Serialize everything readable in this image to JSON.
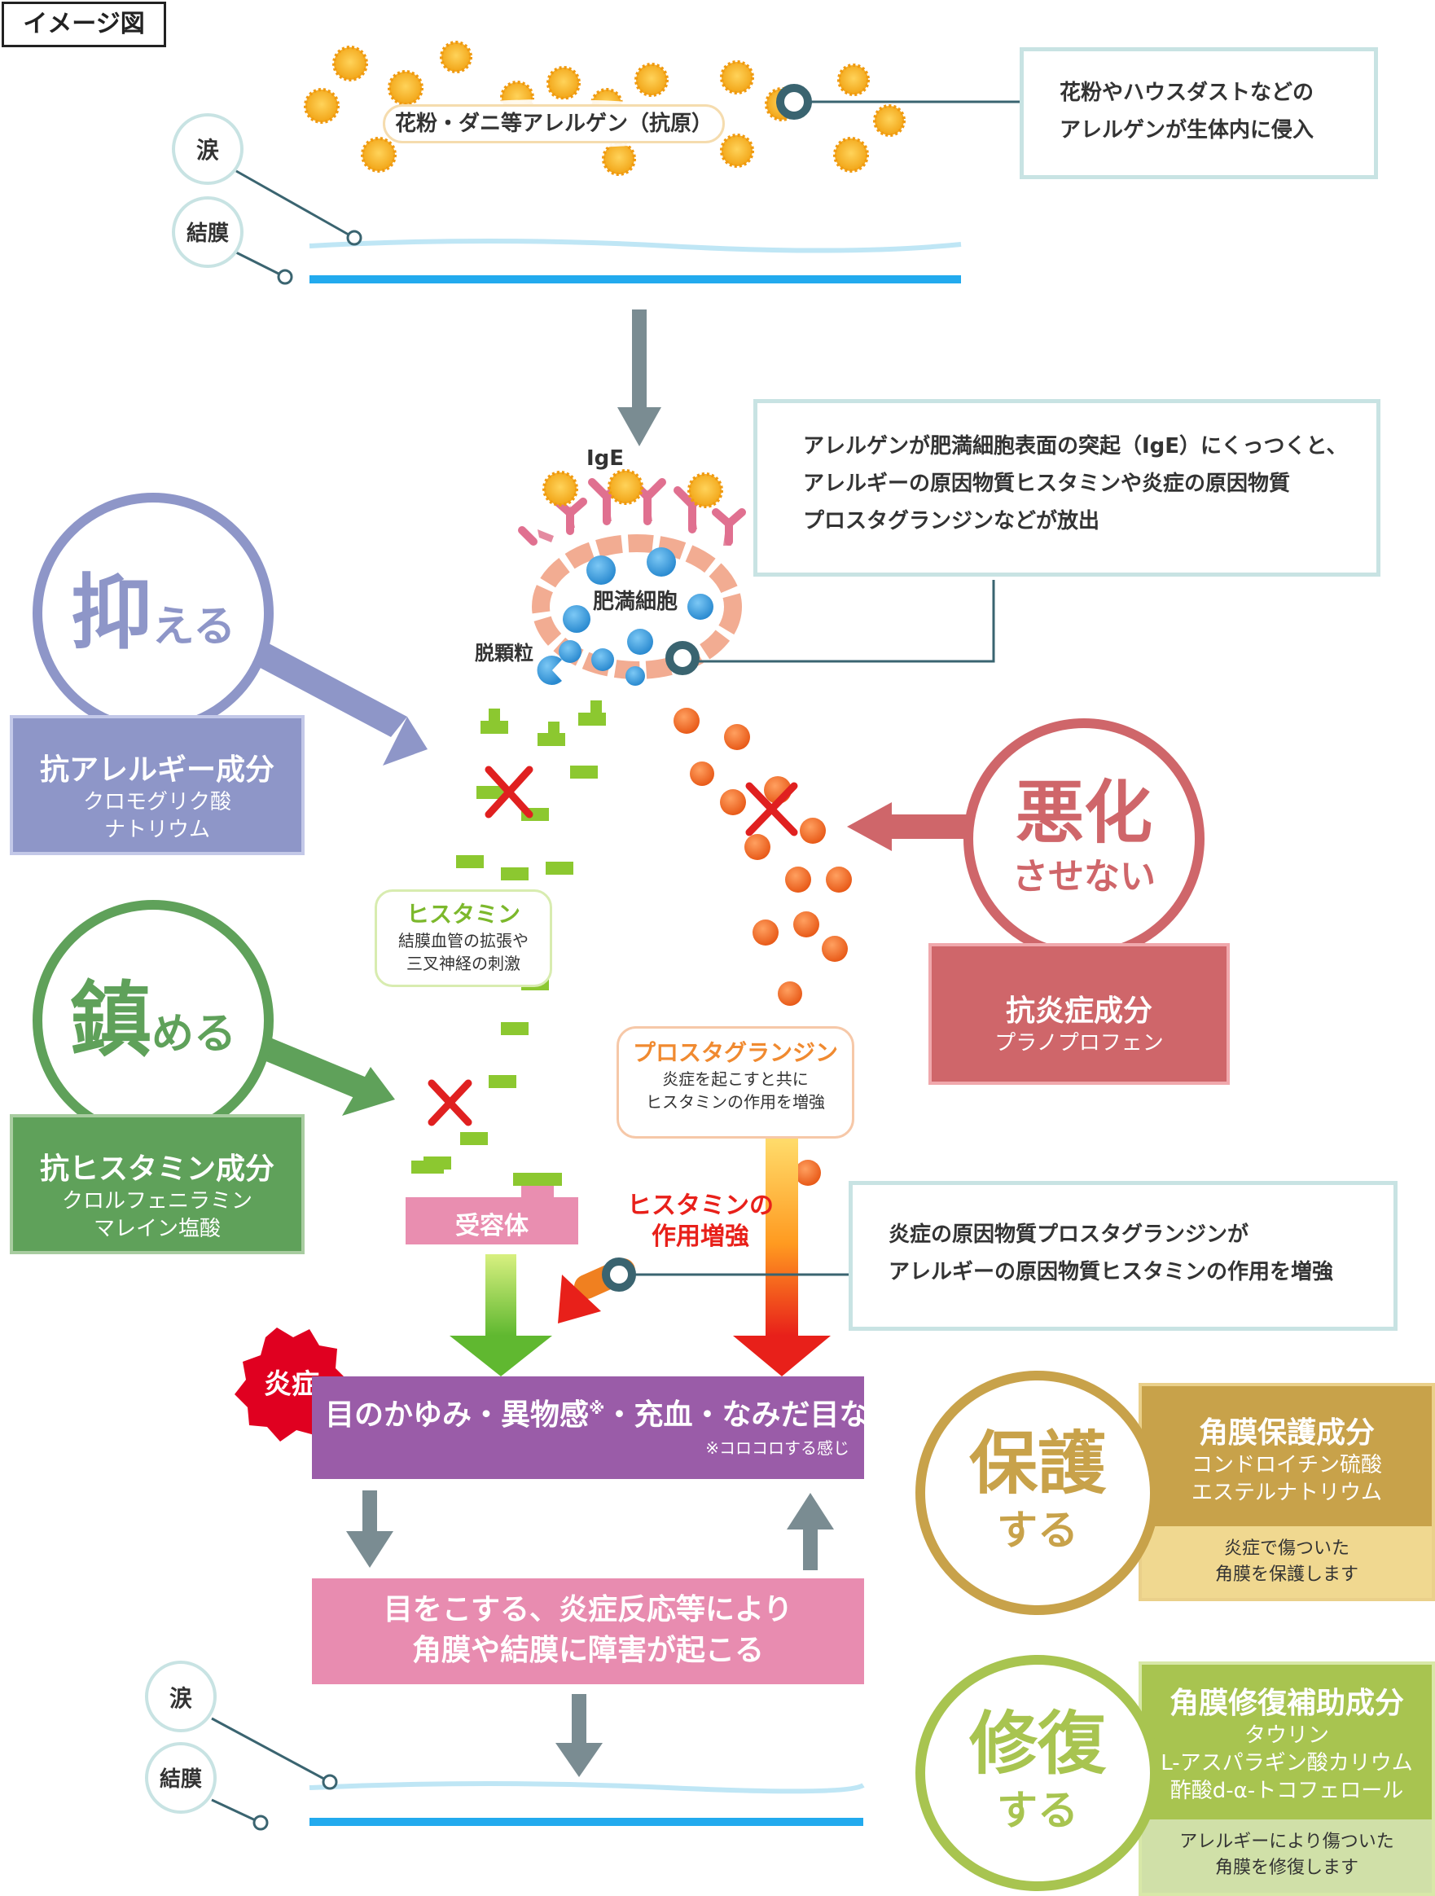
{
  "tag_image": "イメージ図",
  "top": {
    "allergen_label": "花粉・ダニ等アレルゲン（抗原）",
    "tear_label": "涙",
    "conjunctiva_label": "結膜",
    "info_line1": "花粉やハウスダストなどの",
    "info_line2": "アレルゲンが生体内に侵入"
  },
  "mast": {
    "ige_label": "IgE",
    "cell_label": "肥満細胞",
    "degran_label": "脱顆粒",
    "info_line1": "アレルゲンが肥満細胞表面の突起（IgE）にくっつくと、",
    "info_line2": "アレルギーの原因物質ヒスタミンや炎症の原因物質",
    "info_line3": "プロスタグランジンなどが放出"
  },
  "histamine": {
    "title": "ヒスタミン",
    "desc1": "結膜血管の拡張や",
    "desc2": "三叉神経の刺激",
    "receptor": "受容体"
  },
  "prostaglandin": {
    "title": "プロスタグランジン",
    "desc1": "炎症を起こすと共に",
    "desc2": "ヒスタミンの作用を増強",
    "enhance1": "ヒスタミンの",
    "enhance2": "作用増強",
    "info_line1": "炎症の原因物質プロスタグランジンが",
    "info_line2": "アレルギーの原因物質ヒスタミンの作用を増強"
  },
  "suppress": {
    "big": "抑",
    "small": "える",
    "title": "抗アレルギー成分",
    "sub1": "クロモグリク酸",
    "sub2": "ナトリウム",
    "color": "#8e96c8"
  },
  "calm": {
    "big": "鎮",
    "small": "める",
    "title": "抗ヒスタミン成分",
    "sub1": "クロルフェニラミン",
    "sub2": "マレイン塩酸",
    "color": "#5fa15a"
  },
  "prevent": {
    "big": "悪化",
    "small": "させない",
    "title": "抗炎症成分",
    "sub1": "プラノプロフェン",
    "color": "#cf666a"
  },
  "inflammation": {
    "badge": "炎症",
    "symptoms_a": "目のかゆみ・異物感",
    "symptoms_mark": "※",
    "symptoms_b": "・充血・なみだ目など",
    "note": "※コロコロする感じ"
  },
  "damage": {
    "line1": "目をこする、炎症反応等により",
    "line2": "角膜や結膜に障害が起こる"
  },
  "bottom": {
    "tear_label": "涙",
    "conjunctiva_label": "結膜"
  },
  "protect": {
    "big": "保護",
    "small": "する",
    "title": "角膜保護成分",
    "sub1": "コンドロイチン硫酸",
    "sub2": "エステルナトリウム",
    "note1": "炎症で傷ついた",
    "note2": "角膜を保護します",
    "color": "#c8a24a"
  },
  "repair": {
    "big": "修復",
    "small": "する",
    "title": "角膜修復補助成分",
    "sub1": "タウリン",
    "sub2": "L-アスパラギン酸カリウム",
    "sub3": "酢酸d-α-トコフェロール",
    "note1": "アレルギーにより傷ついた",
    "note2": "角膜を修復します",
    "color": "#a8c450"
  }
}
